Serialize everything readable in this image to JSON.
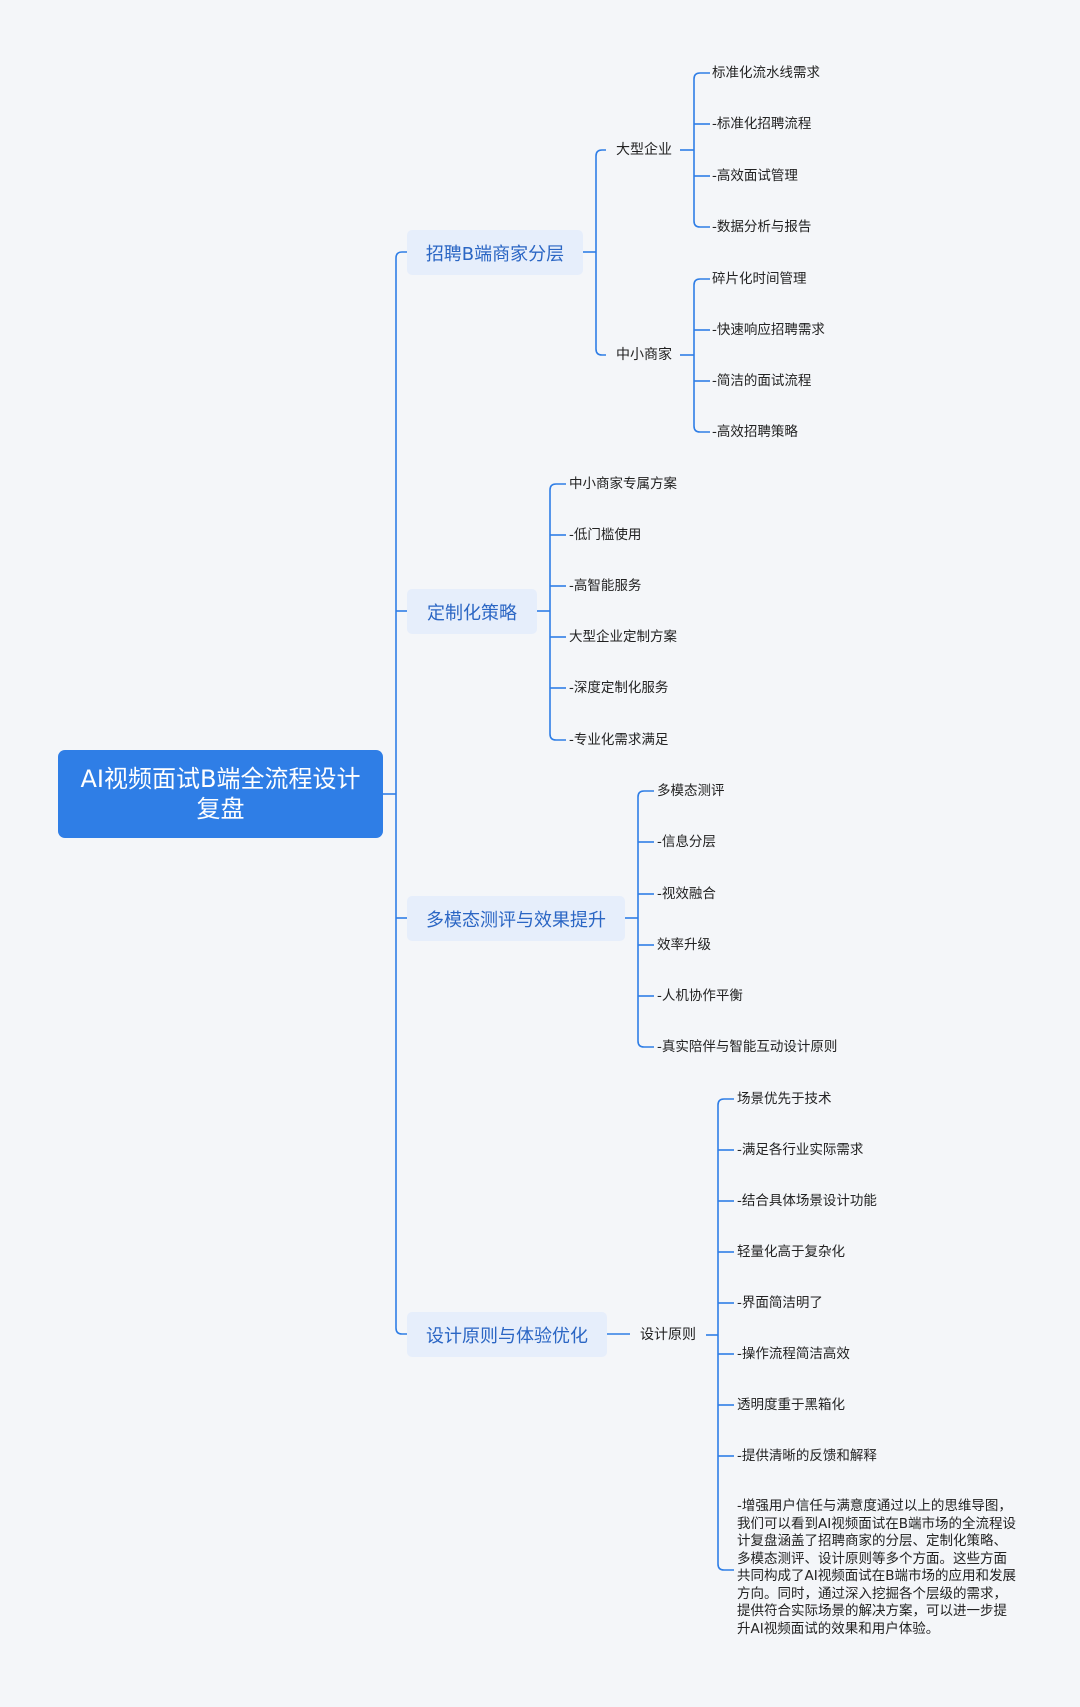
{
  "root": {
    "label": "AI视频面试B端全流程设计复盘"
  },
  "branches": [
    {
      "label": "招聘B端商家分层",
      "groups": [
        {
          "label": "大型企业",
          "items": [
            "标准化流水线需求",
            "-标准化招聘流程",
            "-高效面试管理",
            "-数据分析与报告"
          ]
        },
        {
          "label": "中小商家",
          "items": [
            "碎片化时间管理",
            "-快速响应招聘需求",
            "-简洁的面试流程",
            "-高效招聘策略"
          ]
        }
      ]
    },
    {
      "label": "定制化策略",
      "items": [
        "中小商家专属方案",
        "-低门槛使用",
        "-高智能服务",
        "大型企业定制方案",
        "-深度定制化服务",
        "-专业化需求满足"
      ]
    },
    {
      "label": "多模态测评与效果提升",
      "items": [
        "多模态测评",
        "-信息分层",
        "-视效融合",
        "效率升级",
        "-人机协作平衡",
        "-真实陪伴与智能互动设计原则"
      ]
    },
    {
      "label": "设计原则与体验优化",
      "groups": [
        {
          "label": "设计原则",
          "items": [
            "场景优先于技术",
            "-满足各行业实际需求",
            "-结合具体场景设计功能",
            "轻量化高于复杂化",
            "-界面简洁明了",
            "-操作流程简洁高效",
            "透明度重于黑箱化",
            "-提供清晰的反馈和解释",
            "-增强用户信任与满意度通过以上的思维导图，我们可以看到AI视频面试在B端市场的全流程设计复盘涵盖了招聘商家的分层、定制化策略、多模态测评、设计原则等多个方面。这些方面共同构成了AI视频面试在B端市场的应用和发展方向。同时，通过深入挖掘各个层级的需求，提供符合实际场景的解决方案，可以进一步提升AI视频面试的效果和用户体验。"
          ]
        }
      ]
    }
  ],
  "colors": {
    "line": "#2f7ee6",
    "root_bg": "#2f7ee6",
    "branch_bg": "#e6eefb",
    "branch_text": "#2b66c4",
    "background": "#f4f6f9"
  }
}
